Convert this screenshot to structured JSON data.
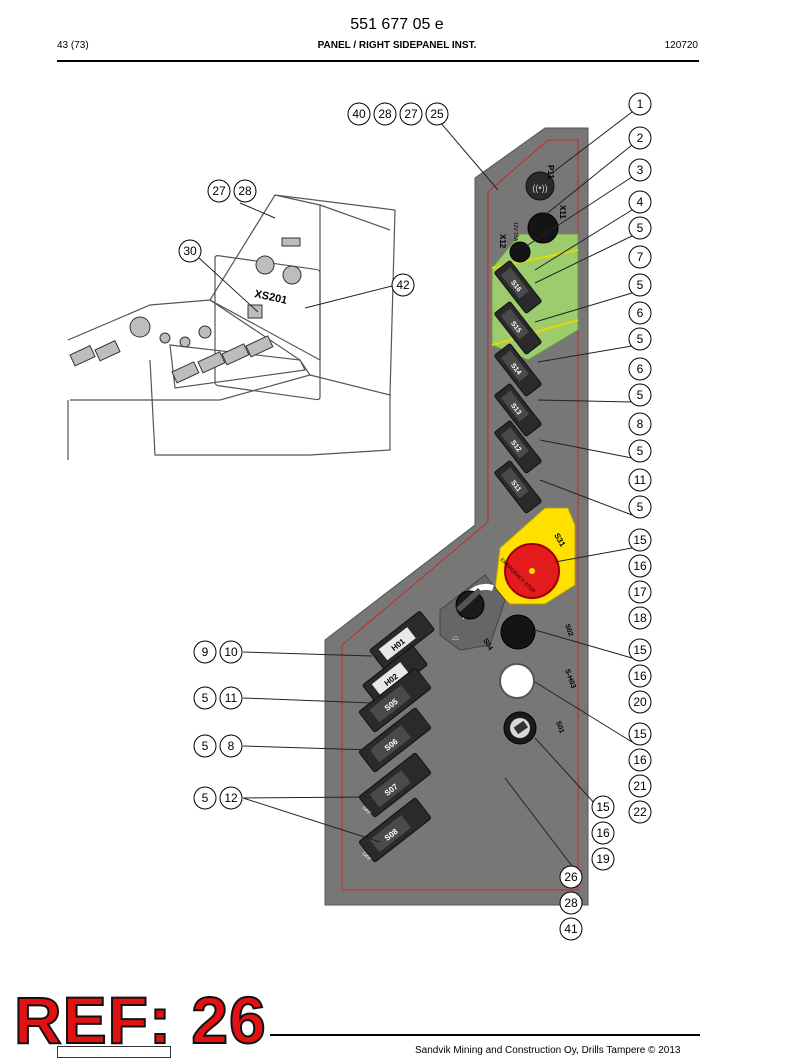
{
  "header": {
    "doc_number": "551 677 05 e",
    "page": "43 (73)",
    "title": "PANEL / RIGHT SIDEPANEL INST.",
    "code": "120720"
  },
  "panel_labels": {
    "p11": "P11",
    "x11": "X11",
    "x12": "X12",
    "x12_sub": "12V 15A",
    "xs201": "XS201",
    "emergency": "EMERGENCY STOP",
    "off": "OFF"
  },
  "switches": [
    "S16",
    "S15",
    "S14",
    "S13",
    "S12",
    "S11",
    "S31",
    "H01",
    "H02",
    "S05",
    "S06",
    "S07",
    "S08",
    "S02",
    "S-H03",
    "S01",
    "S04"
  ],
  "callouts": [
    "1",
    "2",
    "3",
    "4",
    "5",
    "7",
    "5",
    "6",
    "5",
    "6",
    "5",
    "8",
    "5",
    "11",
    "5",
    "15",
    "16",
    "17",
    "18",
    "15",
    "16",
    "20",
    "15",
    "16",
    "21",
    "22",
    "15",
    "16",
    "19",
    "26",
    "28",
    "41",
    "40",
    "28",
    "27",
    "25",
    "27",
    "28",
    "30",
    "42",
    "9",
    "10",
    "5",
    "11",
    "5",
    "8",
    "5",
    "12"
  ],
  "reference": "REF: 26",
  "footer": "Sandvik Mining and Construction Oy, Drills Tampere © 2013",
  "colors": {
    "panel": "#777777",
    "emergency_yellow": "#ffe000",
    "emergency_red": "#e41b1b",
    "green_zone": "#9ccc6e",
    "ref_red": "#e31212"
  }
}
